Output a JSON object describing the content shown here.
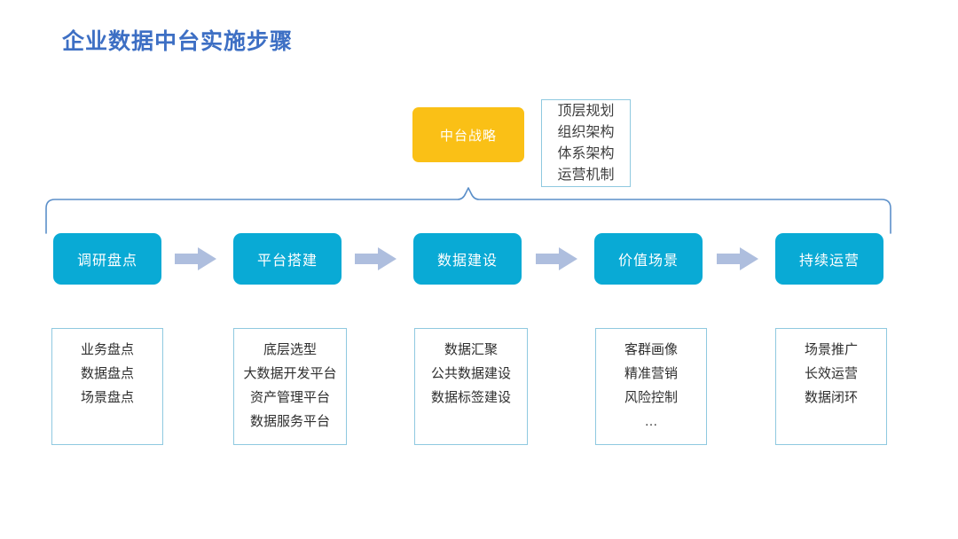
{
  "page": {
    "title": "企业数据中台实施步骤",
    "title_color": "#3D6FC4",
    "background": "#ffffff"
  },
  "strategy": {
    "label": "中台战略",
    "color": "#FAC016",
    "text_color": "#ffffff",
    "details": [
      "顶层规划",
      "组织架构",
      "体系架构",
      "运营机制"
    ],
    "details_border_color": "#8FC9E0"
  },
  "connector": {
    "type": "bracket-up",
    "color": "#5B8FC9",
    "peak_label": "中台战略"
  },
  "flow": {
    "step_color": "#09AAD5",
    "step_text_color": "#ffffff",
    "arrow_color": "#AEBEDE",
    "detail_border_color": "#8FC9E0",
    "arrow_icon": "arrow-right-block",
    "steps": [
      {
        "label": "调研盘点",
        "details": [
          "业务盘点",
          "数据盘点",
          "场景盘点"
        ]
      },
      {
        "label": "平台搭建",
        "details": [
          "底层选型",
          "大数据开发平台",
          "资产管理平台",
          "数据服务平台"
        ]
      },
      {
        "label": "数据建设",
        "details": [
          "数据汇聚",
          "公共数据建设",
          "数据标签建设"
        ]
      },
      {
        "label": "价值场景",
        "details": [
          "客群画像",
          "精准营销",
          "风险控制",
          "…"
        ]
      },
      {
        "label": "持续运营",
        "details": [
          "场景推广",
          "长效运营",
          "数据闭环"
        ]
      }
    ]
  }
}
